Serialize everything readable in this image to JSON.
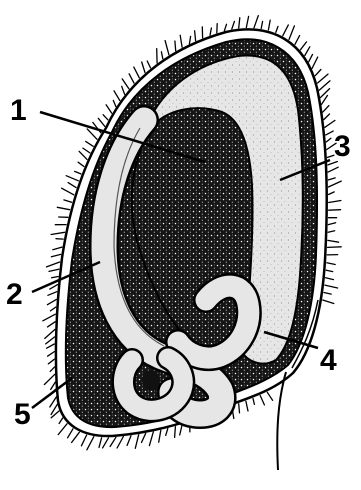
{
  "figure": {
    "labels": [
      {
        "id": "1",
        "text": "1"
      },
      {
        "id": "2",
        "text": "2"
      },
      {
        "id": "3",
        "text": "3"
      },
      {
        "id": "4",
        "text": "4"
      },
      {
        "id": "5",
        "text": "5"
      }
    ]
  },
  "colors": {
    "ink": "#000000",
    "paper": "#ffffff",
    "stipple_light": "#e4e4e4",
    "stipple_dark": "#161616"
  }
}
